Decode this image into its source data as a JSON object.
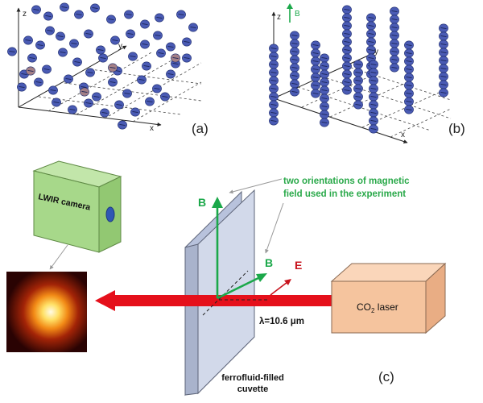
{
  "panel_a": {
    "tag": "(a)",
    "axes": {
      "x": "x",
      "y": "y",
      "z": "z"
    }
  },
  "panel_b": {
    "tag": "(b)",
    "axes": {
      "x": "x",
      "y": "y",
      "z": "z"
    },
    "field_label": "B"
  },
  "panel_c": {
    "tag": "(c)",
    "camera_label": "LWIR camera",
    "laser_label_main": "CO",
    "laser_label_sub": "2",
    "laser_label_rest": " laser",
    "wavelength": "λ=10.6 μm",
    "annotation_line1": "two orientations of magnetic",
    "annotation_line2": "field used in the experiment",
    "b_vertical": "B",
    "b_horizontal": "B",
    "e_field": "E",
    "cuvette_line1": "ferrofluid-filled",
    "cuvette_line2": "cuvette"
  },
  "colors": {
    "particle": "#4a5bb4",
    "particle_highlight": "#a37f86",
    "field_green": "#1ba84a",
    "annotation_green": "#2aa94a",
    "beam_red": "#e5101b",
    "e_red": "#c8141e",
    "camera_fill": "#a7d88a",
    "laser_fill": "#f5c49e",
    "cuvette_fill": "#d2d9ea"
  }
}
